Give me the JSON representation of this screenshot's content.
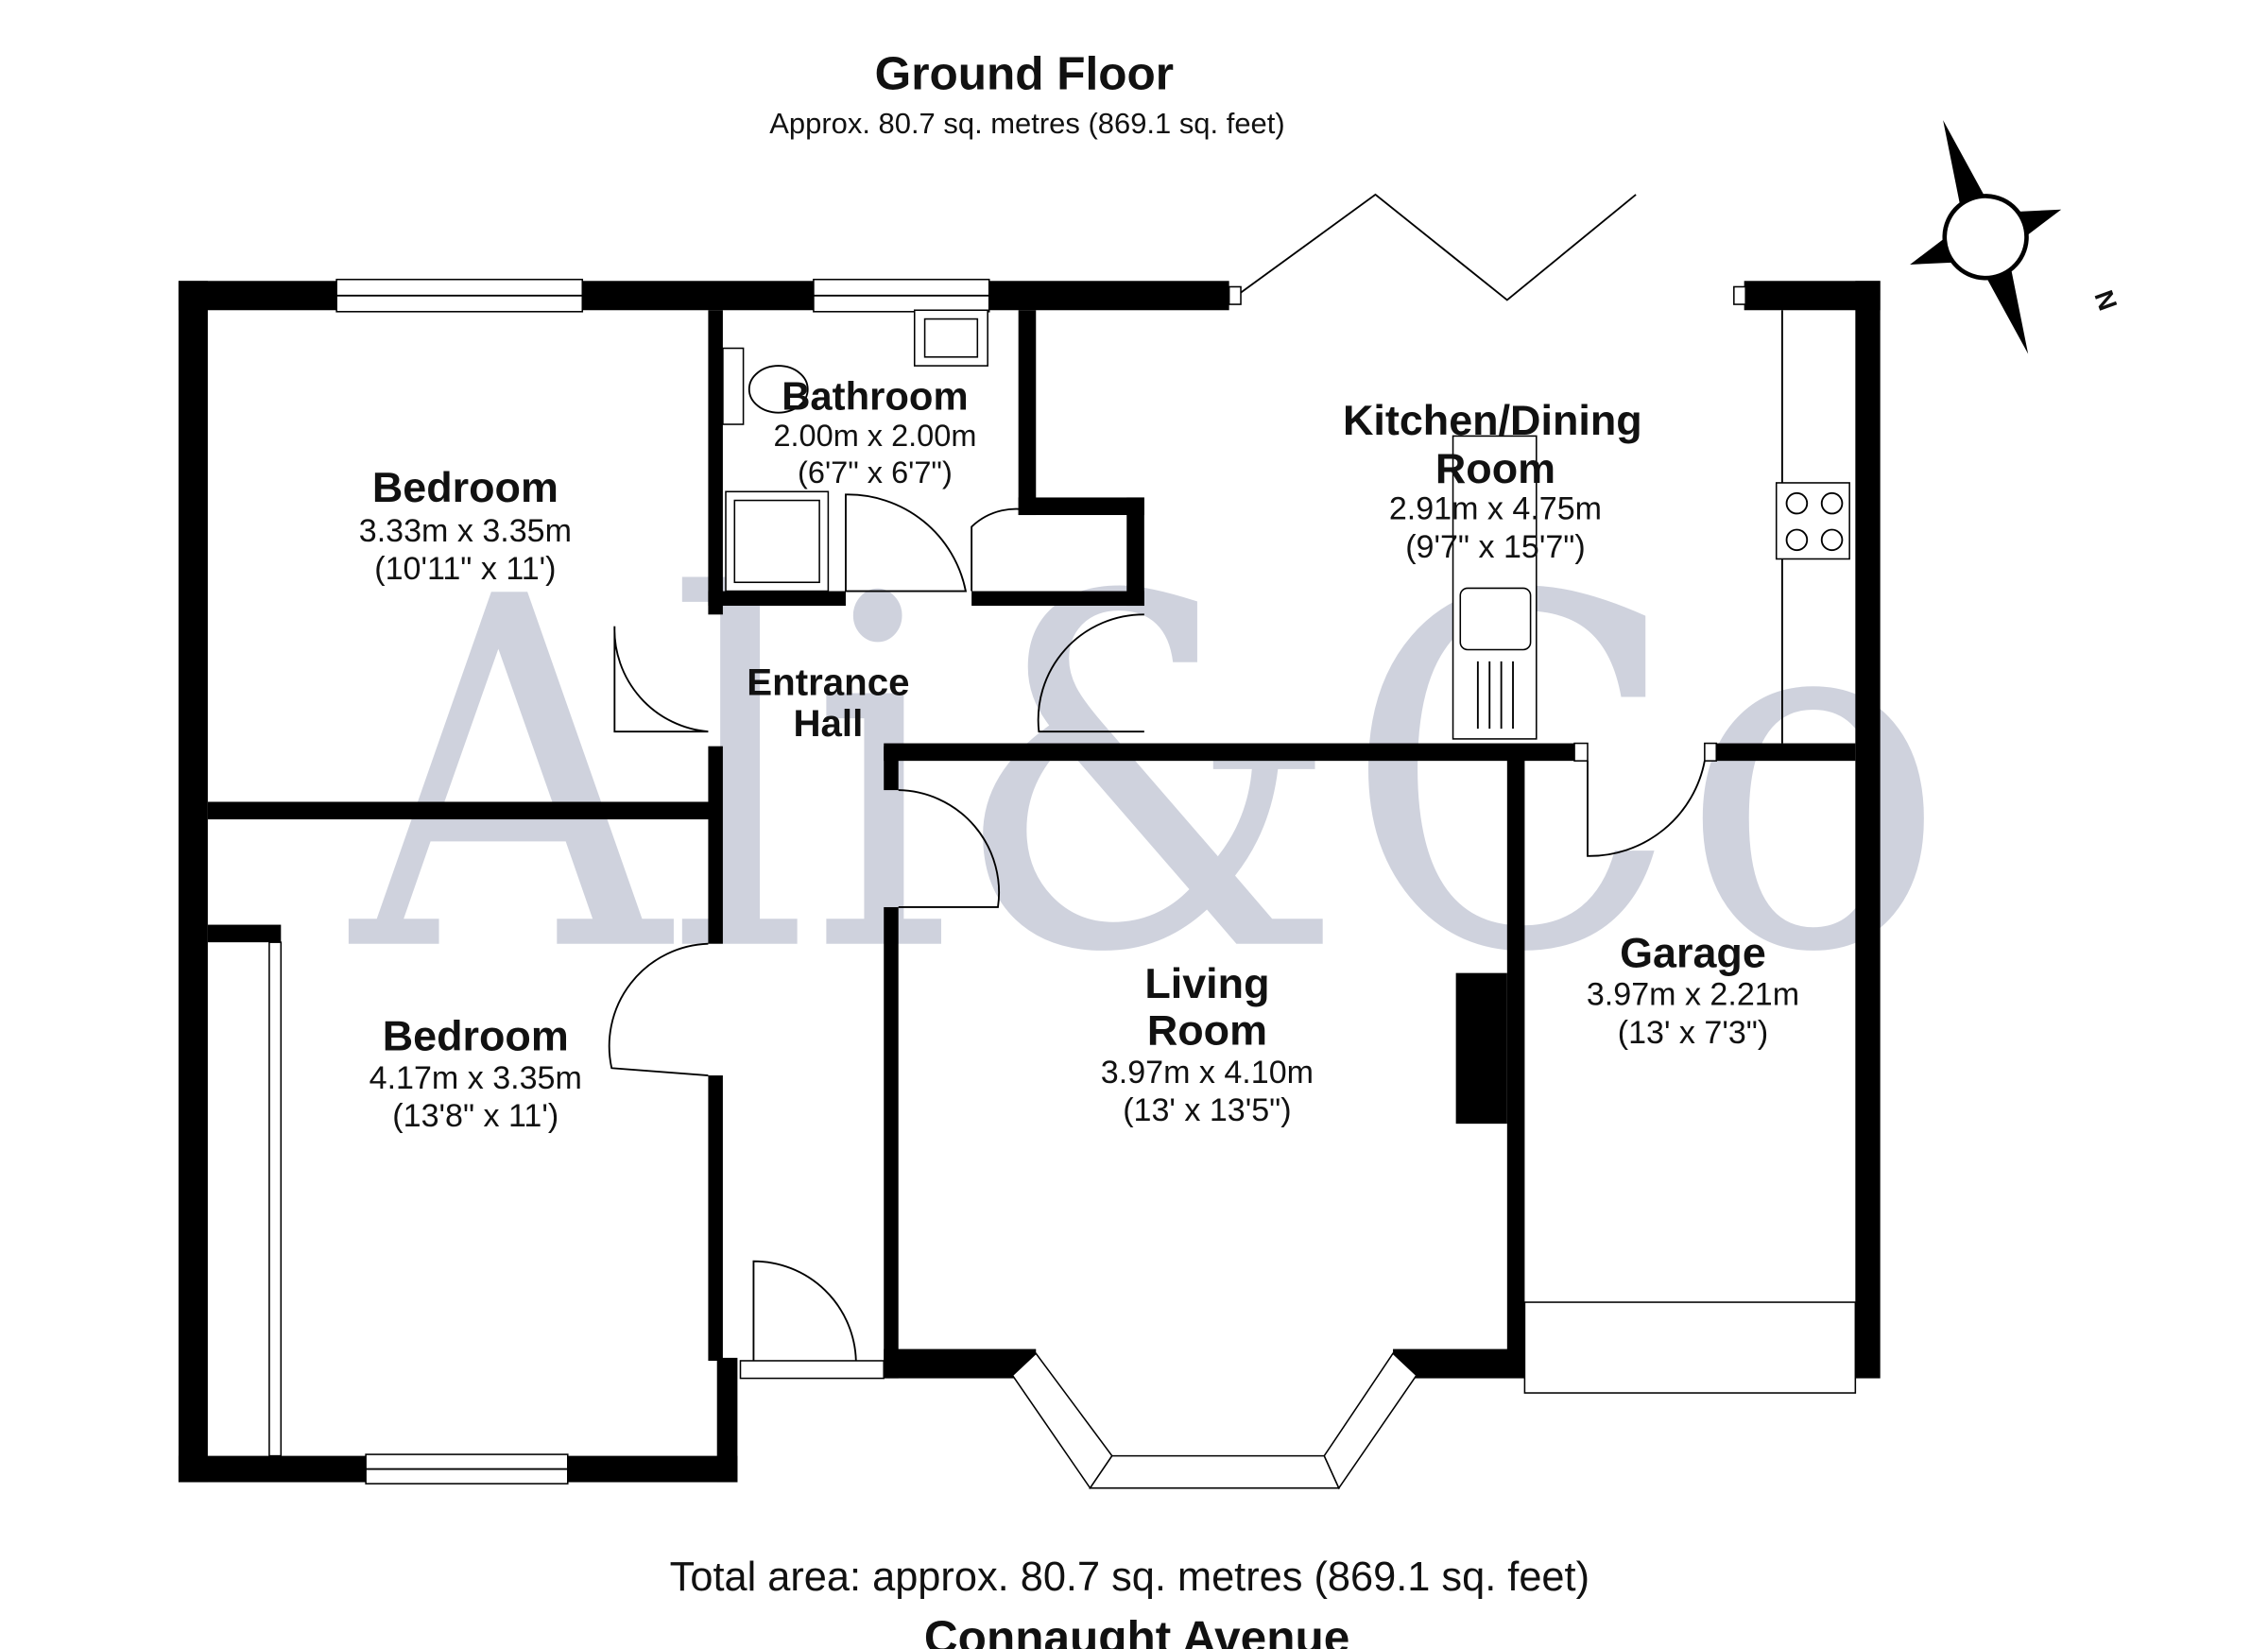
{
  "header": {
    "title": "Ground Floor",
    "subtitle": "Approx. 80.7 sq. metres (869.1 sq. feet)"
  },
  "watermark": "Ali&Co",
  "compass": {
    "label": "N"
  },
  "rooms": [
    {
      "id": "bedroom-1",
      "name": [
        "Bedroom"
      ],
      "metric": "3.33m x 3.35m",
      "imperial": "(10'11\" x 11')"
    },
    {
      "id": "bathroom",
      "name": [
        "Bathroom"
      ],
      "metric": "2.00m x 2.00m",
      "imperial": "(6'7\" x 6'7\")"
    },
    {
      "id": "kitchen-dining",
      "name": [
        "Kitchen/Dining",
        "Room"
      ],
      "metric": "2.91m x 4.75m",
      "imperial": "(9'7\" x 15'7\")"
    },
    {
      "id": "entrance-hall",
      "name": [
        "Entrance",
        "Hall"
      ]
    },
    {
      "id": "bedroom-2",
      "name": [
        "Bedroom"
      ],
      "metric": "4.17m x 3.35m",
      "imperial": "(13'8\" x 11')"
    },
    {
      "id": "living-room",
      "name": [
        "Living",
        "Room"
      ],
      "metric": "3.97m x 4.10m",
      "imperial": "(13' x 13'5\")"
    },
    {
      "id": "garage",
      "name": [
        "Garage"
      ],
      "metric": "3.97m x 2.21m",
      "imperial": "(13' x 7'3\")"
    }
  ],
  "footer": {
    "total": "Total area: approx. 80.7 sq. metres (869.1 sq. feet)",
    "address": "Connaught Avenue"
  }
}
